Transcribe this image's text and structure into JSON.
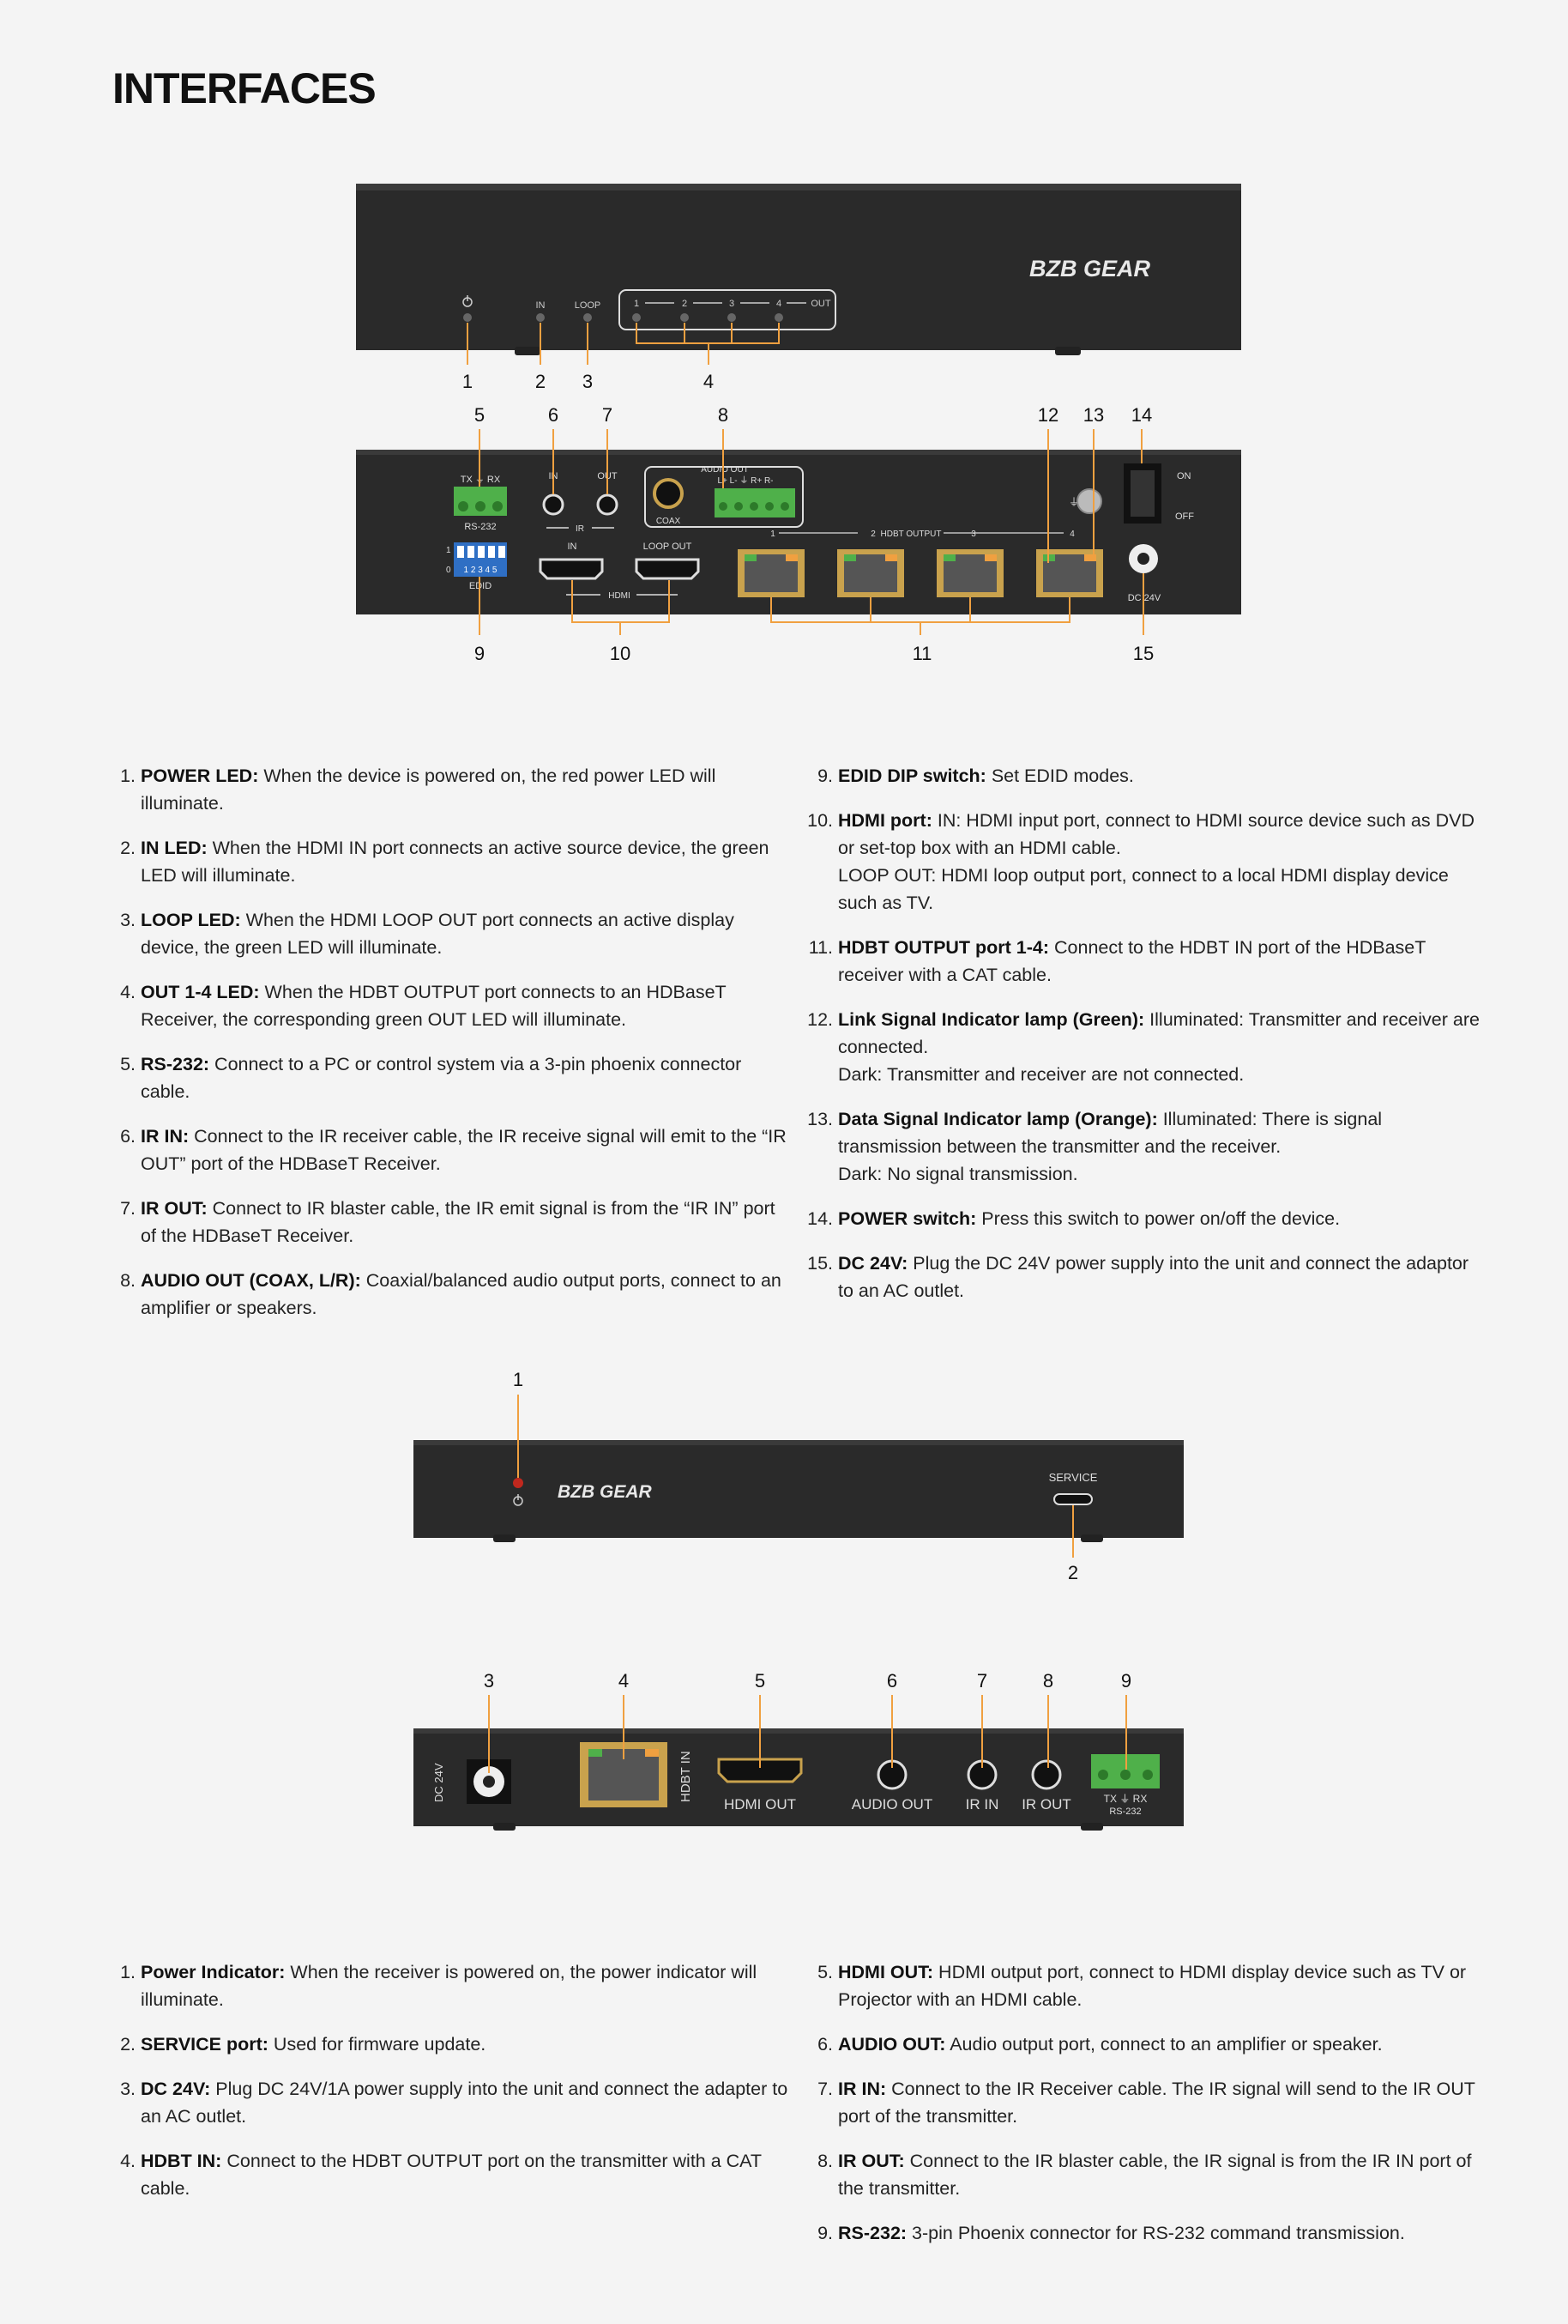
{
  "page_title": "INTERFACES",
  "brand": "BZB GEAR",
  "tx_front": {
    "callouts": [
      "1",
      "2",
      "3",
      "4"
    ],
    "labels": {
      "in": "IN",
      "loop": "LOOP",
      "out": "OUT",
      "ports": [
        "1",
        "2",
        "3",
        "4"
      ]
    }
  },
  "tx_rear": {
    "callouts_top": [
      "5",
      "6",
      "7",
      "8",
      "12",
      "13",
      "14"
    ],
    "callouts_bottom": [
      "9",
      "10",
      "11",
      "15"
    ],
    "labels": {
      "rs232_pins": "TX ⏚ RX",
      "rs232": "RS-232",
      "ir_in": "IN",
      "ir_out": "OUT",
      "ir": "IR",
      "audio_out": "AUDIO OUT",
      "audio_pins": "L+ L- ⏚ R+ R-",
      "coax": "COAX",
      "edid": "EDID",
      "dip_one": "1",
      "dip_zero": "0",
      "dip_nums": "1 2 3 4 5",
      "hdmi_in": "IN",
      "hdmi_loop": "LOOP OUT",
      "hdmi": "HDMI",
      "hdbt_output": "HDBT OUTPUT",
      "hdbt_nums": [
        "1",
        "2",
        "3",
        "4"
      ],
      "on": "ON",
      "off": "OFF",
      "dc": "DC 24V"
    }
  },
  "tx_list_left": [
    {
      "n": "1.",
      "term": "POWER LED:",
      "text": " When the device is powered on, the red power LED will illuminate."
    },
    {
      "n": "2.",
      "term": "IN LED:",
      "text": " When the HDMI IN port connects an active source device, the green LED will illuminate."
    },
    {
      "n": "3.",
      "term": "LOOP LED:",
      "text": " When the HDMI LOOP OUT port connects an active display device, the green LED will illuminate."
    },
    {
      "n": "4.",
      "term": "OUT 1-4 LED:",
      "text": " When the HDBT OUTPUT port connects to an HDBaseT Receiver, the corresponding green OUT LED will illuminate."
    },
    {
      "n": "5.",
      "term": "RS-232:",
      "text": " Connect to a PC or control system via a 3-pin phoenix connector cable."
    },
    {
      "n": "6.",
      "term": "IR IN:",
      "text": " Connect to the IR receiver cable, the IR receive signal will emit to the “IR OUT” port of the HDBaseT Receiver."
    },
    {
      "n": "7.",
      "term": "IR OUT:",
      "text": " Connect to IR blaster cable, the IR emit signal is from the “IR IN” port of the HDBaseT Receiver."
    },
    {
      "n": "8.",
      "term": "AUDIO OUT (COAX, L/R):",
      "text": " Coaxial/balanced audio output ports, connect to an amplifier or speakers."
    }
  ],
  "tx_list_right": [
    {
      "n": "9.",
      "term": "EDID DIP switch:",
      "text": " Set EDID modes.",
      "extra": ""
    },
    {
      "n": "10.",
      "term": "HDMI port:",
      "text": " IN: HDMI input port, connect to HDMI source device such as DVD or set-top box with an HDMI cable.",
      "extra": "LOOP OUT: HDMI loop output port, connect to a local HDMI display device such as TV."
    },
    {
      "n": "11.",
      "term": "HDBT OUTPUT port 1-4:",
      "text": " Connect to the HDBT IN port of the HDBaseT receiver with a CAT cable.",
      "extra": ""
    },
    {
      "n": "12.",
      "term": "Link Signal Indicator lamp (Green):",
      "text": " Illuminated: Transmitter and receiver are connected.",
      "extra": "Dark: Transmitter and receiver are not connected."
    },
    {
      "n": "13.",
      "term": "Data Signal Indicator lamp (Orange):",
      "text": " Illuminated: There is signal transmission between the transmitter and the receiver.",
      "extra": "Dark: No signal transmission."
    },
    {
      "n": "14.",
      "term": "POWER switch:",
      "text": " Press this switch to power on/off the device.",
      "extra": ""
    },
    {
      "n": "15.",
      "term": "DC 24V:",
      "text": " Plug the DC 24V power supply into the unit and connect the adaptor to an AC outlet.",
      "extra": ""
    }
  ],
  "rx_front": {
    "callouts": [
      "1",
      "2"
    ],
    "labels": {
      "service": "SERVICE"
    }
  },
  "rx_rear": {
    "callouts": [
      "3",
      "4",
      "5",
      "6",
      "7",
      "8",
      "9"
    ],
    "labels": {
      "dc": "DC 24V",
      "hdbt_in": "HDBT IN",
      "hdmi_out": "HDMI OUT",
      "audio_out": "AUDIO OUT",
      "ir_in": "IR IN",
      "ir_out": "IR OUT",
      "rs232_pins": "TX ⏚ RX",
      "rs232": "RS-232"
    }
  },
  "rx_list_left": [
    {
      "n": "1.",
      "term": "Power Indicator:",
      "text": " When the receiver is powered on, the power indicator will illuminate."
    },
    {
      "n": "2.",
      "term": "SERVICE port:",
      "text": " Used for firmware update."
    },
    {
      "n": "3.",
      "term": "DC 24V:",
      "text": " Plug DC 24V/1A power supply into the unit and connect the adapter to an AC outlet."
    },
    {
      "n": "4.",
      "term": "HDBT IN:",
      "text": " Connect to the HDBT OUTPUT port on the transmitter with a CAT cable."
    }
  ],
  "rx_list_right": [
    {
      "n": "5.",
      "term": "HDMI OUT:",
      "text": " HDMI output port, connect to HDMI display device such as TV or Projector with an HDMI cable."
    },
    {
      "n": "6.",
      "term": "AUDIO OUT:",
      "text": " Audio output port, connect to an amplifier or speaker."
    },
    {
      "n": "7.",
      "term": "IR IN:",
      "text": " Connect to the IR Receiver cable. The IR signal will send to the IR OUT port of the transmitter."
    },
    {
      "n": "8.",
      "term": "IR OUT:",
      "text": " Connect to the IR blaster cable, the IR signal is from the IR IN port of the transmitter."
    },
    {
      "n": "9.",
      "term": "RS-232:",
      "text": " 3-pin Phoenix connector for RS-232 command transmission."
    }
  ],
  "colors": {
    "callout_line": "#f0a040",
    "panel": "#2b2b2b",
    "led_red": "#c0281e",
    "dip_blue": "#2f6fc4",
    "terminal_green": "#4fb04a"
  }
}
